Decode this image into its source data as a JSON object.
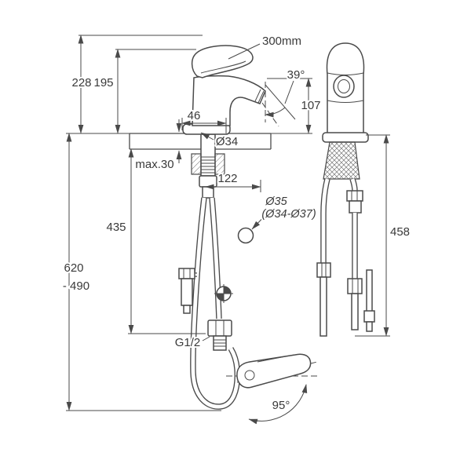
{
  "colors": {
    "ink": "#4a4a4a",
    "background": "#ffffff"
  },
  "dimensions": {
    "hose_length": "300mm",
    "spout_angle": "39°",
    "height_total": "228",
    "height_to_spout": "195",
    "width_46": "46",
    "height_107": "107",
    "base_diameter": "Ø34",
    "max_mounting_thickness": "max.30",
    "offset_122": "122",
    "height_435": "435",
    "hose_range_upper": "620",
    "hose_range_lower": "- 490",
    "hole_diameter": "Ø35",
    "hole_diameter_range": "(Ø34-Ø37)",
    "height_458": "458",
    "thread_size": "G1/2",
    "handle_swivel_angle": "95°"
  }
}
